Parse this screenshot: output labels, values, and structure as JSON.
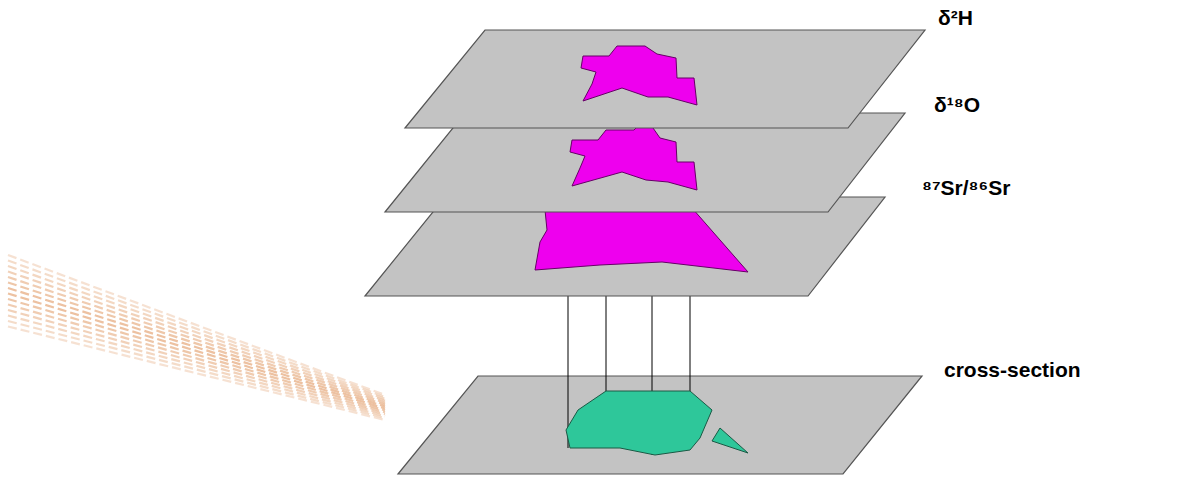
{
  "diagram": {
    "labels": [
      "δ²H",
      "δ¹⁸O",
      "⁸⁷Sr/⁸⁶Sr",
      "cross-section"
    ]
  }
}
